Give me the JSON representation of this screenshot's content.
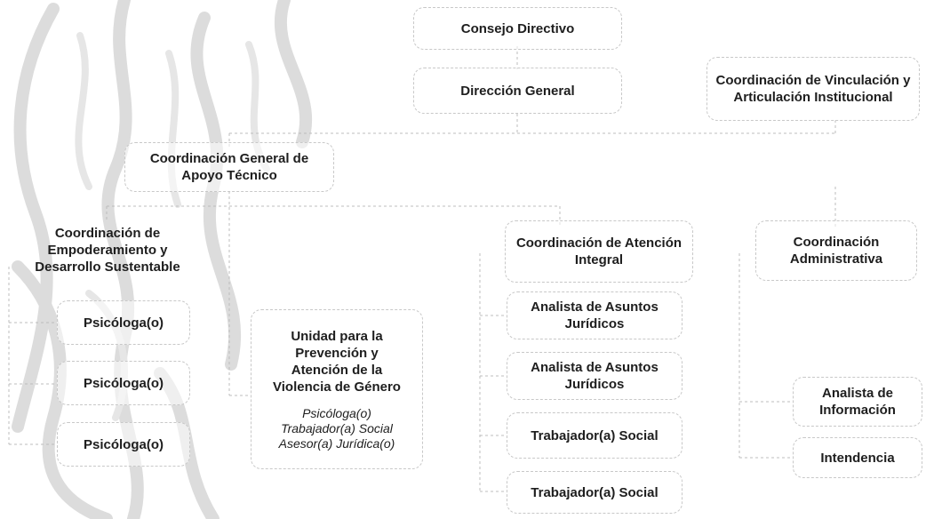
{
  "org_chart": {
    "consejo": "Consejo Directivo",
    "direccion": "Dirección General",
    "vinculacion": "Coordinación de Vinculación y Articulación Institucional",
    "apoyo_tecnico": "Coordinación General de Apoyo Técnico",
    "empoderamiento": "Coordinación de Empoderamiento y Desarrollo Sustentable",
    "psicologa_1": "Psicóloga(o)",
    "psicologa_2": "Psicóloga(o)",
    "psicologa_3": "Psicóloga(o)",
    "unidad": {
      "title": "Unidad para la Prevención y Atención de la Violencia de Género",
      "staff_1": "Psicóloga(o)",
      "staff_2": "Trabajador(a) Social",
      "staff_3": "Asesor(a) Jurídica(o)"
    },
    "atencion_integral": "Coordinación de Atención Integral",
    "analista_juridicos_1": "Analista de Asuntos Jurídicos",
    "analista_juridicos_2": "Analista de Asuntos Jurídicos",
    "trabajador_social_1": "Trabajador(a) Social",
    "trabajador_social_2": "Trabajador(a) Social",
    "administrativa": "Coordinación Administrativa",
    "analista_informacion": "Analista de Información",
    "intendencia": "Intendencia"
  },
  "colors": {
    "text": "#1e1e1e",
    "box_border": "#c8c8c8",
    "connector": "#bdbdbd",
    "watermark": "#d9d9d9"
  }
}
